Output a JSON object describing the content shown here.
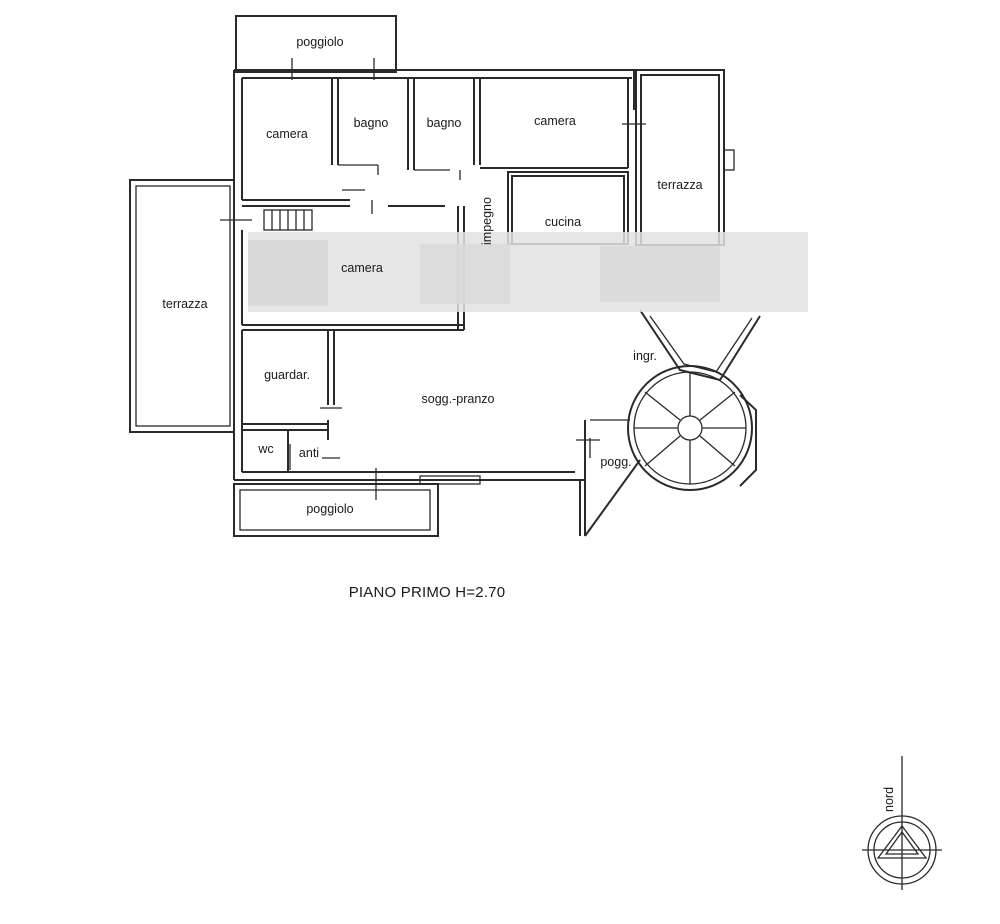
{
  "rooms": {
    "poggiolo_top": "poggiolo",
    "camera_top_left": "camera",
    "bagno_1": "bagno",
    "bagno_2": "bagno",
    "camera_top_right": "camera",
    "terrazza_right": "terrazza",
    "impegno": "impegno",
    "cucina": "cucina",
    "camera_center": "camera",
    "terrazza_left": "terrazza",
    "guardaroba": "guardar.",
    "soggiorno": "sogg.-pranzo",
    "ingresso": "ingr.",
    "wc": "wc",
    "anti": "anti",
    "pogg": "pogg.",
    "poggiolo_bottom": "poggiolo"
  },
  "caption": "PIANO PRIMO H=2.70",
  "north_label": "nord"
}
